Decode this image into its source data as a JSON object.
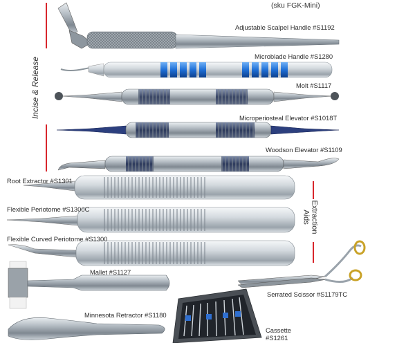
{
  "header": {
    "sku": "(sku FGK-Mini)"
  },
  "sections": {
    "incise_release": "Incise & Release",
    "extraction_aids": {
      "line1": "Extraction",
      "line2": "Aids"
    }
  },
  "instruments": [
    {
      "label": "Adjustable Scalpel Handle #S1192",
      "icon": "scalpel-handle"
    },
    {
      "label": "Microblade Handle #S1280",
      "icon": "microblade-handle",
      "accent": "#1f6fd6"
    },
    {
      "label": "Molt #S1117",
      "icon": "molt-elevator"
    },
    {
      "label": "Microperiosteal Elevator #S1018T",
      "icon": "microperiosteal-elevator",
      "accent": "#1f3fa6"
    },
    {
      "label": "Woodson Elevator #S1109",
      "icon": "woodson-elevator"
    },
    {
      "label": "Root Extractor #S1301",
      "icon": "root-extractor"
    },
    {
      "label": "Flexible Periotome #S1300C",
      "icon": "flexible-periotome"
    },
    {
      "label": "Flexible Curved Periotome #S1300",
      "icon": "curved-periotome"
    },
    {
      "label": "Mallet #S1127",
      "icon": "mallet"
    },
    {
      "label": "Serrated Scissor #S1179TC",
      "icon": "scissor",
      "accent": "#c9a227"
    },
    {
      "label": "Minnesota Retractor #S1180",
      "icon": "retractor"
    },
    {
      "label": "Cassette",
      "icon": "cassette"
    },
    {
      "label": "#S1261",
      "icon": "cassette-sku"
    }
  ],
  "colors": {
    "steel": "#9aa3ab",
    "red_rule": "#d8262c",
    "blue": "#1f6fd6",
    "gold": "#c9a227"
  }
}
